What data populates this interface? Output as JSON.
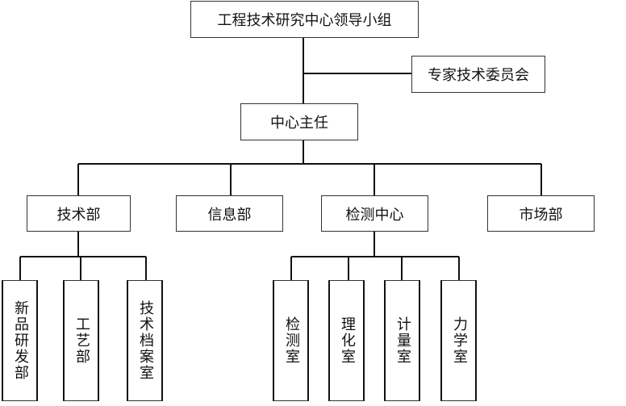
{
  "org": {
    "top": "工程技术研究中心领导小组",
    "advisory": "专家技术委员会",
    "director": "中心主任",
    "departments": [
      "技术部",
      "信息部",
      "检测中心",
      "市场部"
    ],
    "tech_subunits": [
      "新品研发部",
      "工艺部",
      "技术档案室"
    ],
    "testing_subunits": [
      "检测室",
      "理化室",
      "计量室",
      "力学室"
    ]
  }
}
